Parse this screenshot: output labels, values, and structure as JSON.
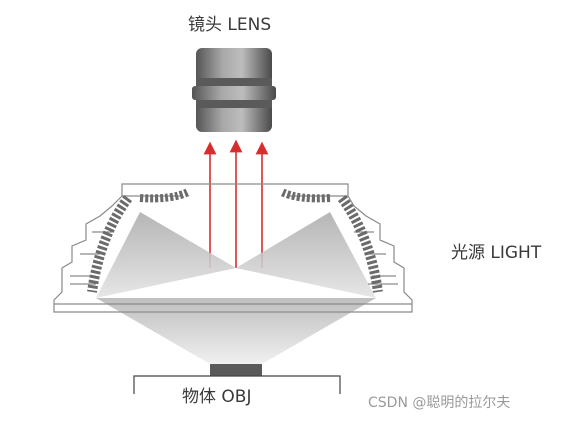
{
  "labels": {
    "lens": "镜头 LENS",
    "light": "光源 LIGHT",
    "object": "物体 OBJ"
  },
  "watermark": "CSDN @聪明的拉尔夫",
  "colors": {
    "ray": "#d62e2e",
    "housing": "#8a8a8a",
    "lens_dark": "#6b6b6b",
    "lens_light": "#b5b5b5",
    "beam": "#c9c9c9"
  }
}
